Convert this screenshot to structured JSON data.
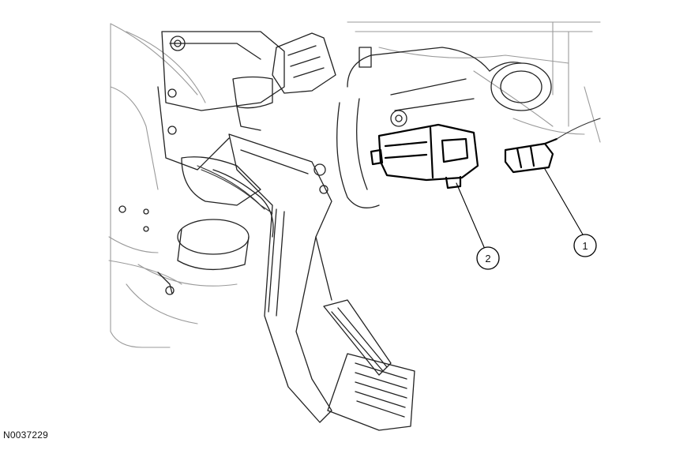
{
  "figure": {
    "id_label": "N0037229",
    "callouts": [
      {
        "number": "1",
        "part": "connector"
      },
      {
        "number": "2",
        "part": "brake-pedal-position-switch"
      }
    ]
  }
}
